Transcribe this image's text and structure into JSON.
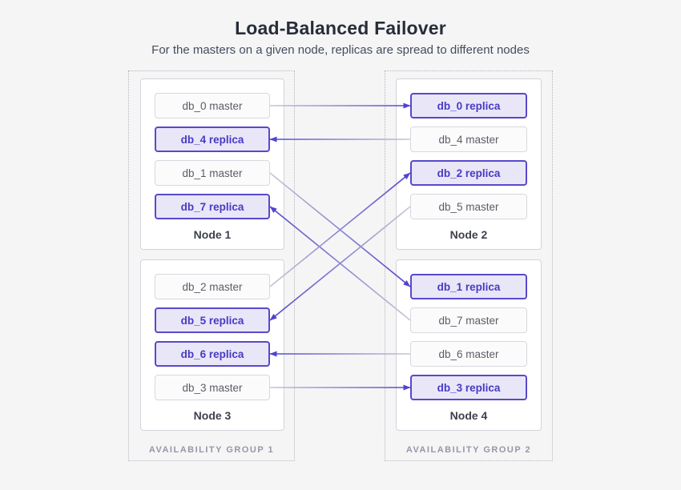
{
  "header": {
    "title": "Load-Balanced Failover",
    "subtitle": "For the masters on a given node, replicas are spread to different nodes"
  },
  "colors": {
    "accent_purple": "#5749cb",
    "replica_bg": "#e9e6f8",
    "replica_text": "#473bc4",
    "master_text": "#5c5c66",
    "arrow_gray": "#c7c7d1",
    "arrow_purple": "#5143cf"
  },
  "groups": [
    {
      "label": "AVAILABILITY GROUP 1",
      "nodes": [
        {
          "label": "Node 1",
          "slots": [
            {
              "label": "db_0 master",
              "type": "master"
            },
            {
              "label": "db_4 replica",
              "type": "replica"
            },
            {
              "label": "db_1 master",
              "type": "master"
            },
            {
              "label": "db_7 replica",
              "type": "replica"
            }
          ]
        },
        {
          "label": "Node 3",
          "slots": [
            {
              "label": "db_2 master",
              "type": "master"
            },
            {
              "label": "db_5 replica",
              "type": "replica"
            },
            {
              "label": "db_6 replica",
              "type": "replica"
            },
            {
              "label": "db_3 master",
              "type": "master"
            }
          ]
        }
      ]
    },
    {
      "label": "AVAILABILITY GROUP 2",
      "nodes": [
        {
          "label": "Node 2",
          "slots": [
            {
              "label": "db_0 replica",
              "type": "replica"
            },
            {
              "label": "db_4 master",
              "type": "master"
            },
            {
              "label": "db_2 replica",
              "type": "replica"
            },
            {
              "label": "db_5 master",
              "type": "master"
            }
          ]
        },
        {
          "label": "Node 4",
          "slots": [
            {
              "label": "db_1 replica",
              "type": "replica"
            },
            {
              "label": "db_7 master",
              "type": "master"
            },
            {
              "label": "db_6 master",
              "type": "master"
            },
            {
              "label": "db_3 replica",
              "type": "replica"
            }
          ]
        }
      ]
    }
  ],
  "connections": [
    {
      "from": "db_0 master",
      "to": "db_0 replica"
    },
    {
      "from": "db_4 master",
      "to": "db_4 replica"
    },
    {
      "from": "db_1 master",
      "to": "db_1 replica"
    },
    {
      "from": "db_7 master",
      "to": "db_7 replica"
    },
    {
      "from": "db_2 master",
      "to": "db_2 replica"
    },
    {
      "from": "db_5 master",
      "to": "db_5 replica"
    },
    {
      "from": "db_6 master",
      "to": "db_6 replica"
    },
    {
      "from": "db_3 master",
      "to": "db_3 replica"
    }
  ]
}
